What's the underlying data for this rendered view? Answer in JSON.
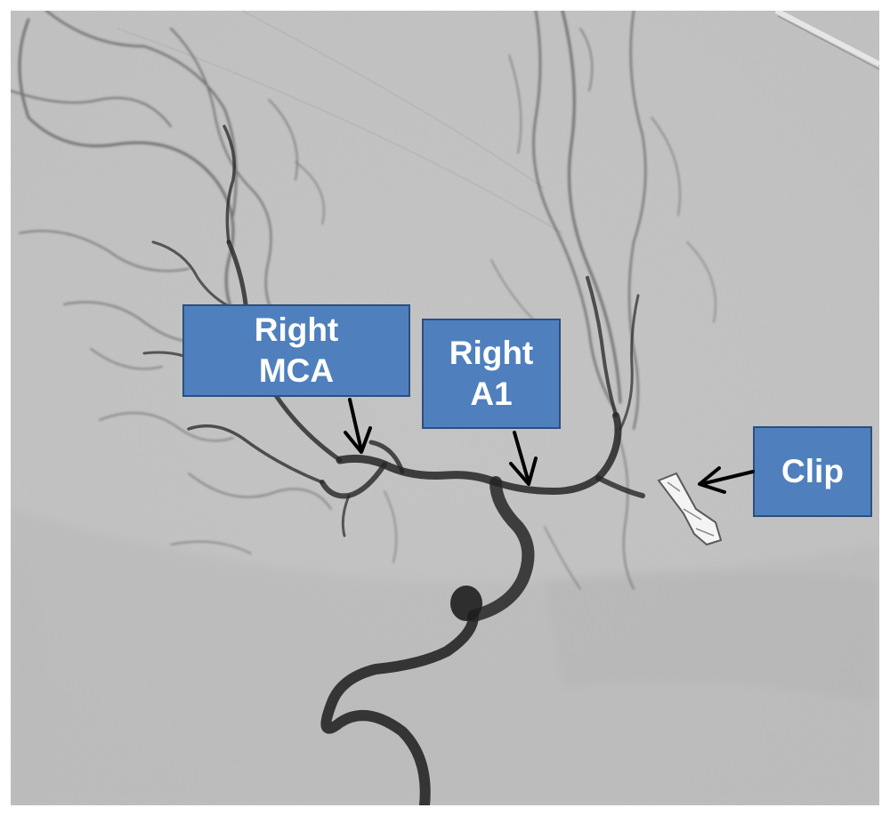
{
  "labels": {
    "right_mca": {
      "line1": "Right",
      "line2": "MCA"
    },
    "right_a1": {
      "line1": "Right",
      "line2": "A1"
    },
    "clip": {
      "line1": "Clip"
    }
  },
  "colors": {
    "label_fill": "#4f80bd",
    "label_border": "#2d4f7c",
    "label_text": "#ffffff",
    "background": "#c4c4c4",
    "vessel": "#2a2a2a",
    "arrow": "#000000"
  }
}
